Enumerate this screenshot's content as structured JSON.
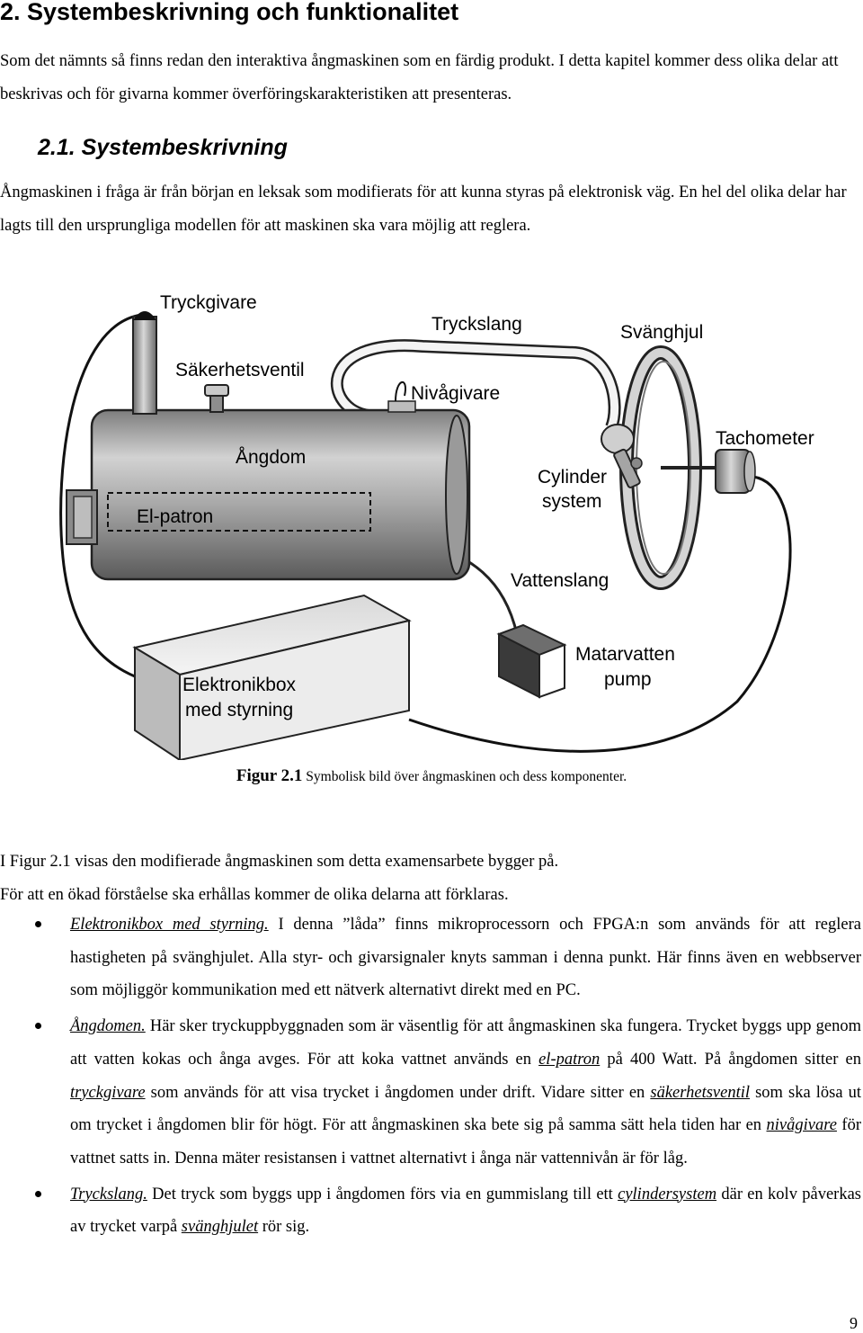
{
  "heading": "2. Systembeskrivning och funktionalitet",
  "intro": "Som det nämnts så finns redan den interaktiva ångmaskinen som en färdig produkt. I detta kapitel kommer dess olika delar att beskrivas och för givarna kommer överföringskarakteristiken att presenteras.",
  "subheading": "2.1. Systembeskrivning",
  "description": "Ångmaskinen i fråga är från början en leksak som modifierats för att kunna styras på elektronisk väg. En hel del olika delar har lagts till den ursprungliga modellen för att maskinen ska vara möjlig att reglera.",
  "figure": {
    "labels": {
      "tryckgivare": "Tryckgivare",
      "tryckslang": "Tryckslang",
      "svanghjul": "Svänghjul",
      "sakerhetsventil": "Säkerhetsventil",
      "nivagivare": "Nivågivare",
      "angdom": "Ångdom",
      "tachometer": "Tachometer",
      "cylinder1": "Cylinder",
      "cylinder2": "system",
      "elpatron": "El-patron",
      "vattenslang": "Vattenslang",
      "matarvatten1": "Matarvatten",
      "matarvatten2": "pump",
      "elektronikbox1": "Elektronikbox",
      "elektronikbox2": "med styrning"
    },
    "caption_label": "Figur 2.1",
    "caption_text": " Symbolisk bild över ångmaskinen och dess komponenter."
  },
  "ref_line1": "I Figur 2.1 visas den modifierade ångmaskinen som detta examensarbete bygger på.",
  "ref_line2": "För att en ökad förståelse ska erhållas kommer de olika delarna att förklaras.",
  "bullets": {
    "b1_term": "Elektronikbox med styrning.",
    "b1_text": " I denna ”låda” finns mikroprocessorn och FPGA:n som används för att reglera hastigheten på svänghjulet. Alla styr- och givarsignaler knyts samman i denna punkt. Här finns även en webbserver som möjliggör kommunikation med ett nätverk alternativt direkt med en PC.",
    "b2_term": "Ångdomen.",
    "b2_t1": " Här sker tryckuppbyggnaden som är väsentlig för att ångmaskinen ska fungera. Trycket byggs upp genom att vatten kokas och ånga avges. För att koka vattnet används en ",
    "b2_i1": "el-patron",
    "b2_t2": " på 400 Watt. På ångdomen sitter en ",
    "b2_i2": "tryckgivare",
    "b2_t3": " som används för att visa trycket i ångdomen under drift. Vidare sitter en ",
    "b2_i3": "säkerhetsventil",
    "b2_t4": " som ska lösa ut om trycket i ångdomen blir för högt. För att ångmaskinen ska bete sig på samma sätt hela tiden har en ",
    "b2_i4": "nivågivare",
    "b2_t5": " för vattnet satts in. Denna mäter resistansen i vattnet alternativt i ånga när vattennivån är för låg.",
    "b3_term": "Tryckslang.",
    "b3_t1": " Det tryck som byggs upp i ångdomen förs via en gummislang till ett ",
    "b3_i1": "cylindersystem",
    "b3_t2": " där en kolv påverkas av trycket varpå ",
    "b3_i2": "svänghjulet",
    "b3_t3": " rör sig."
  },
  "page_number": "9"
}
